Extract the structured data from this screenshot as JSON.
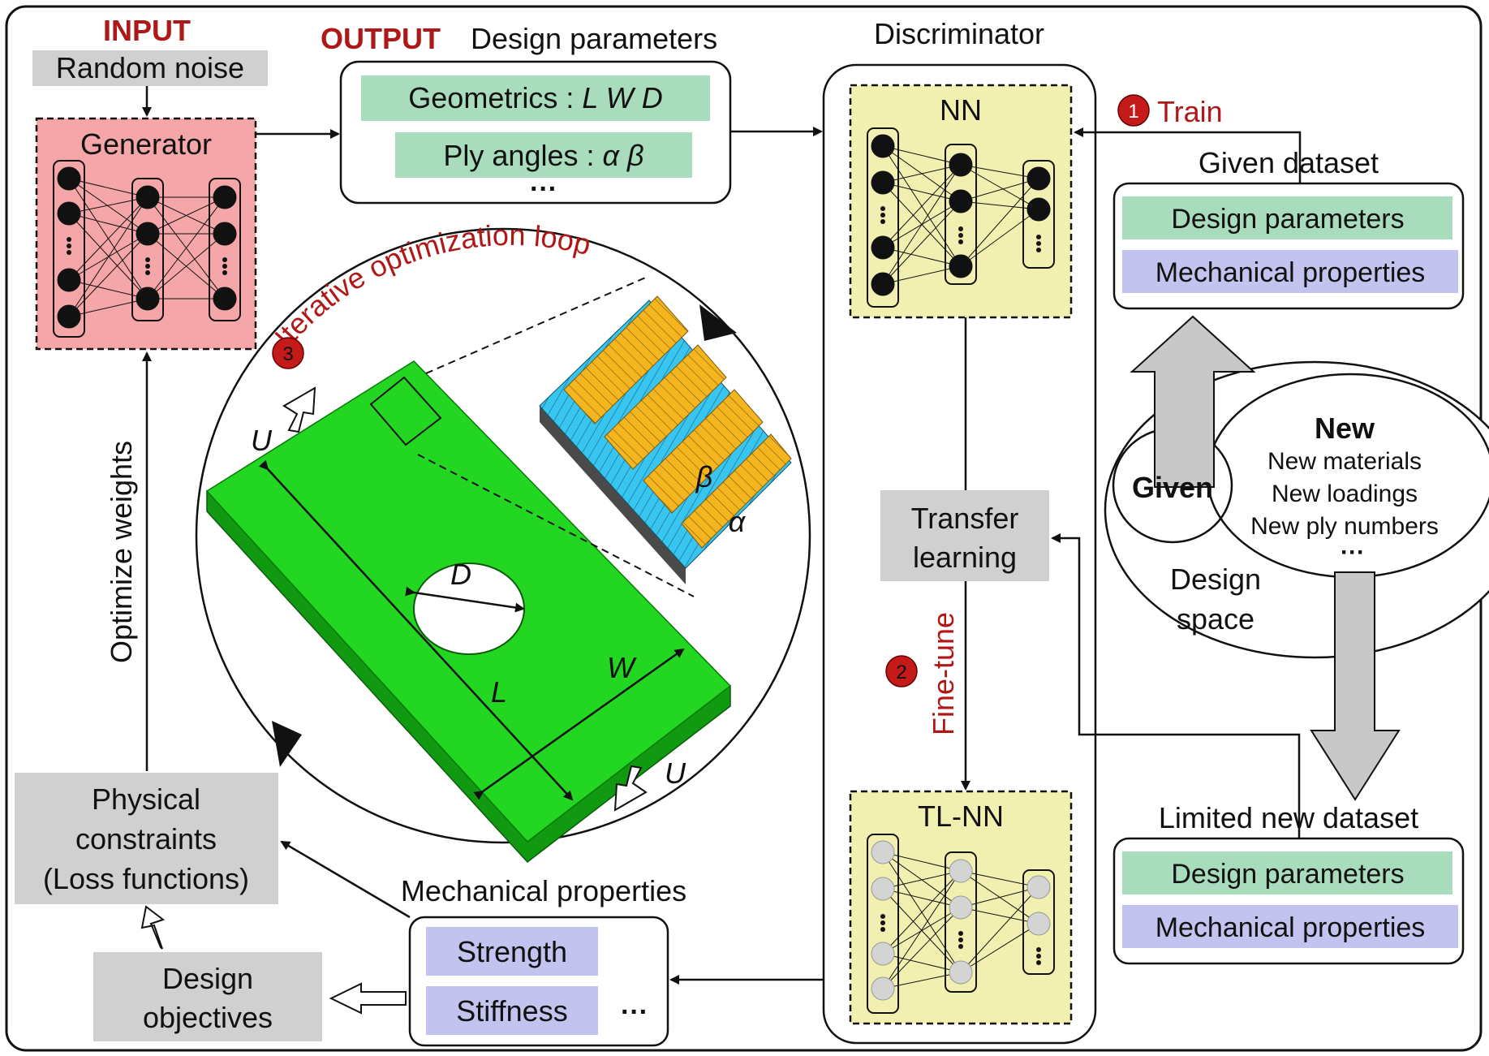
{
  "colors": {
    "red_accent": "#b01818",
    "generator_fill": "#f4a6a8",
    "nn_fill": "#f2f0b0",
    "green_box": "#a9dcbc",
    "purple_box": "#c3c3ef",
    "gray_box": "#d0d0d0",
    "plate_green": "#22d622",
    "ply_orange": "#f4b51e",
    "ply_blue": "#38c6f0"
  },
  "input": {
    "heading": "INPUT",
    "noise": "Random noise"
  },
  "generator": {
    "title": "Generator"
  },
  "output": {
    "heading": "OUTPUT",
    "title": "Design parameters",
    "geometrics": "Geometrics : ",
    "geometrics_vars": "L W D",
    "ply_angles": "Ply angles : ",
    "ply_vars": "α β",
    "ellipsis": "···"
  },
  "discriminator": {
    "title": "Discriminator",
    "nn_title": "NN",
    "transfer_line1": "Transfer",
    "transfer_line2": "learning",
    "tlnn_title": "TL-NN"
  },
  "steps": {
    "train": {
      "num": "1",
      "label": "Train"
    },
    "finetune": {
      "num": "2",
      "label": "Fine-tune"
    },
    "loop": {
      "num": "3",
      "label": "Iterative optimization loop"
    }
  },
  "given_dataset": {
    "title": "Given dataset",
    "row1": "Design parameters",
    "row2": "Mechanical properties"
  },
  "limited_dataset": {
    "title": "Limited new dataset",
    "row1": "Design parameters",
    "row2": "Mechanical properties"
  },
  "design_space": {
    "given": "Given",
    "new_title": "New",
    "new_items": [
      "New materials",
      "New loadings",
      "New ply numbers",
      "···"
    ],
    "space_line1": "Design",
    "space_line2": "space"
  },
  "plate": {
    "D": "D",
    "L": "L",
    "W": "W",
    "U_top": "U",
    "U_bottom": "U",
    "beta": "β",
    "alpha": "α"
  },
  "left_path": {
    "optimize": "Optimize weights",
    "constraints": [
      "Physical",
      "constraints",
      "(Loss functions)"
    ],
    "objectives": [
      "Design",
      "objectives"
    ]
  },
  "mech": {
    "title": "Mechanical properties",
    "strength": "Strength",
    "stiffness": "Stiffness",
    "ellipsis": "···"
  }
}
